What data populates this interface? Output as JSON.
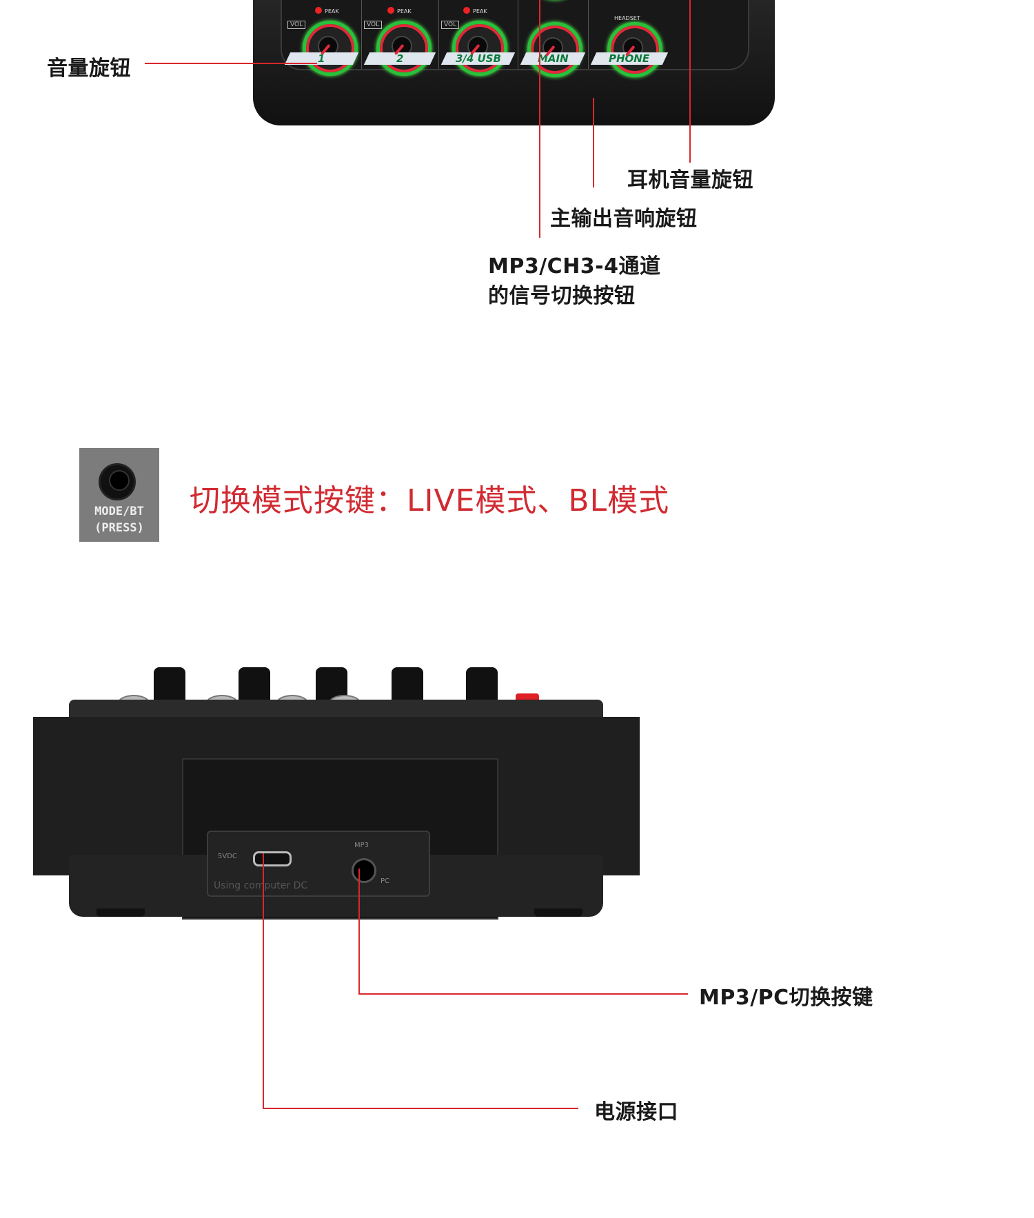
{
  "callouts": {
    "volume_knob": "音量旋钮",
    "headphone_volume": "耳机音量旋钮",
    "main_output": "主输出音响旋钮",
    "signal_switch_line1": "MP3/CH3-4通道",
    "signal_switch_line2": "的信号切换按钮",
    "mp3_pc_switch": "MP3/PC切换按键",
    "power_port": "电源接口"
  },
  "mode_section": {
    "button_text_line1": "MODE/BT",
    "button_text_line2": "(PRESS)",
    "headline": "切换模式按键：LIVE模式、BL模式"
  },
  "top_panel": {
    "channels": [
      {
        "label": "1",
        "peak": "PEAK",
        "vol": "VOL"
      },
      {
        "label": "2",
        "peak": "PEAK",
        "vol": "VOL"
      },
      {
        "label": "3/4 USB",
        "peak": "PEAK",
        "vol": "VOL"
      },
      {
        "label": "MAIN"
      },
      {
        "label": "PHONE",
        "headset": "HEADSET"
      }
    ]
  },
  "back_panel": {
    "power_label": "5VDC",
    "mp3_label": "MP3",
    "pc_label": "PC",
    "note": "Using computer DC"
  },
  "colors": {
    "accent_red": "#d12a31",
    "line_red": "#d9262d",
    "knob_green": "#27c23a"
  }
}
